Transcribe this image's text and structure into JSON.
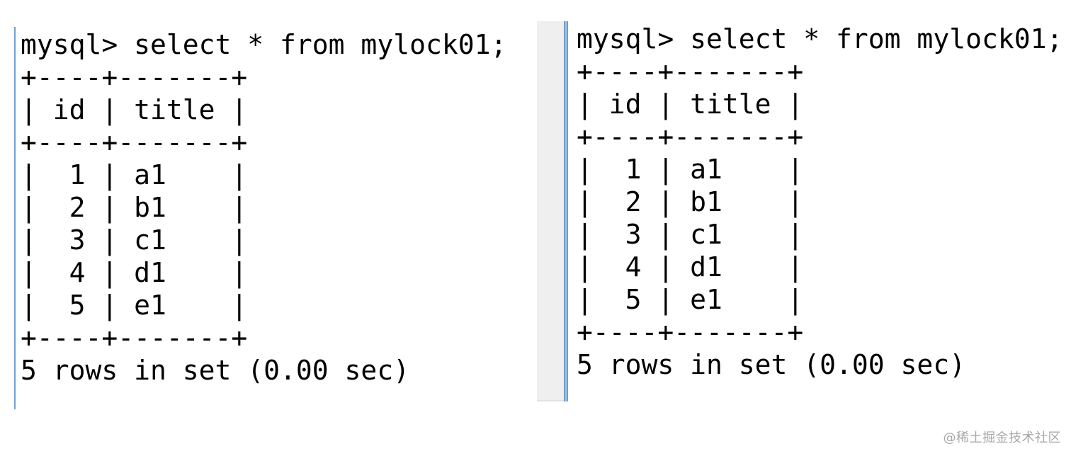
{
  "left_pane": {
    "lines": [
      "mysql> select * from mylock01;",
      "+----+-------+",
      "| id | title |",
      "+----+-------+",
      "|  1 | a1    |",
      "|  2 | b1    |",
      "|  3 | c1    |",
      "|  4 | d1    |",
      "|  5 | e1    |",
      "+----+-------+",
      "5 rows in set (0.00 sec)"
    ]
  },
  "right_pane": {
    "lines": [
      "mysql> select * from mylock01;",
      "+----+-------+",
      "| id | title |",
      "+----+-------+",
      "|  1 | a1    |",
      "|  2 | b1    |",
      "|  3 | c1    |",
      "|  4 | d1    |",
      "|  5 | e1    |",
      "+----+-------+",
      "5 rows in set (0.00 sec)"
    ]
  },
  "watermark": "@稀土掘金技术社区"
}
